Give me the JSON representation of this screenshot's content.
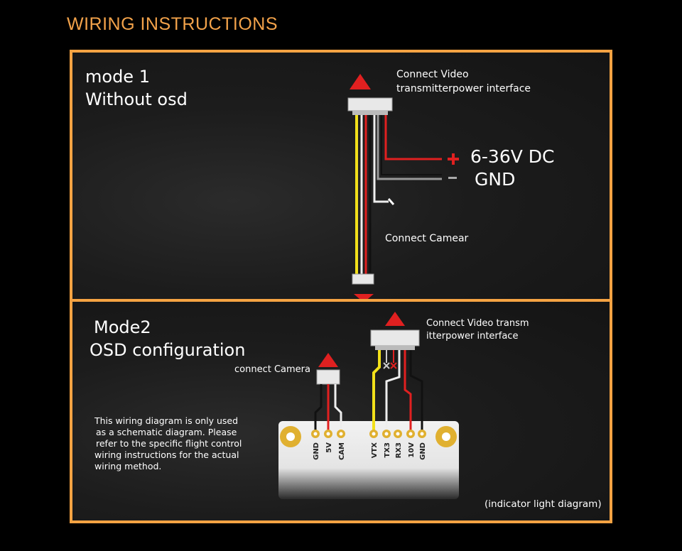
{
  "heading": "WIRING INSTRUCTIONS",
  "mode1": {
    "title_line1": "mode 1",
    "title_line2": "Without osd",
    "vtx_label_line1": "Connect Video",
    "vtx_label_line2": "transmitterpower interface",
    "power_label": "6-36V DC",
    "gnd_label": "GND",
    "camera_label": "Connect Camear"
  },
  "mode2": {
    "title_line1": "Mode2",
    "title_line2": "OSD configuration",
    "camera_label": "connect Camera",
    "vtx_label_line1": "Connect Video transm",
    "vtx_label_line2": "itterpower interface",
    "note_lines": [
      "This wiring diagram is only used",
      "as a schematic diagram. Please",
      "refer to the specific flight control",
      "wiring instructions for the actual",
      "wiring method."
    ],
    "pins": [
      "GND",
      "5V",
      "CAM",
      "VTX",
      "TX3",
      "RX3",
      "10V",
      "GND"
    ],
    "indicator_label": "(indicator light diagram)"
  },
  "colors": {
    "accent": "#f5a343",
    "red_wire": "#e02020",
    "yellow_wire": "#f2e01a",
    "white_wire": "#eeeeee",
    "black_wire": "#222222",
    "pad_gold": "#e0b030"
  }
}
